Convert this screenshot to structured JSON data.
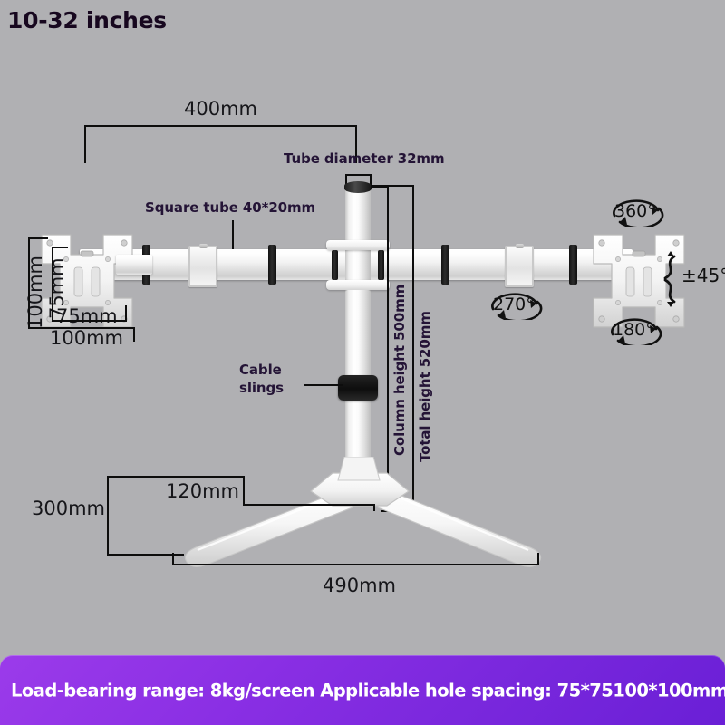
{
  "title": "10-32 inches",
  "dimensions": {
    "top_width": "400mm",
    "vesa_height_outer": "100mm",
    "vesa_height_inner": "75mm",
    "vesa_width_inner": "75mm",
    "vesa_width_outer": "100mm",
    "column_height": "Column height 500mm",
    "total_height": "Total height 520mm",
    "base_depth": "300mm",
    "hub_width": "120mm",
    "base_width": "490mm"
  },
  "callouts": {
    "tube_diameter": "Tube diameter 32mm",
    "square_tube": "Square tube 40*20mm",
    "cable_slings_line1": "Cable",
    "cable_slings_line2": "slings"
  },
  "angles": {
    "rotate_360": "360°",
    "rotate_270": "270°",
    "rotate_180": "180°",
    "tilt": "±45°"
  },
  "footer": {
    "text": "Load-bearing range: 8kg/screen Applicable hole spacing: 75*75100*100mm"
  },
  "colors": {
    "background": "#b0b0b3",
    "banner_start": "#9b3bea",
    "banner_end": "#6a1fd6",
    "callout_text": "#241436",
    "dimension_text": "#16161a"
  }
}
